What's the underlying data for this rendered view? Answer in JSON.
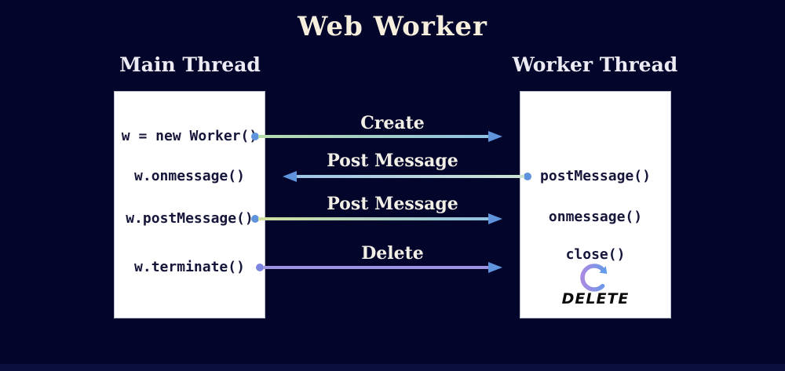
{
  "title": "Web Worker",
  "main_thread": {
    "heading": "Main Thread",
    "items": [
      "w = new Worker()",
      "w.onmessage()",
      "w.postMessage()",
      "w.terminate()"
    ]
  },
  "worker_thread": {
    "heading": "Worker Thread",
    "items": [
      "postMessage()",
      "onmessage()",
      "close()"
    ],
    "delete_caption": "DELETE"
  },
  "arrows": [
    {
      "label": "Create",
      "direction": "left-to-right",
      "style": "green-blue-gradient"
    },
    {
      "label": "Post Message",
      "direction": "right-to-left",
      "style": "light-blue"
    },
    {
      "label": "Post Message",
      "direction": "left-to-right",
      "style": "green-blue-gradient"
    },
    {
      "label": "Delete",
      "direction": "left-to-right",
      "style": "purple"
    }
  ],
  "colors": {
    "background": "#04052b",
    "panel": "#ffffff",
    "title_text": "#f6efdd",
    "heading_text": "#eceaf3",
    "code_text": "#15163a",
    "label_text": "#f2efe6",
    "arrow_green": "#b7dcab",
    "arrow_blue": "#8cc0e4",
    "arrow_light_blue": "#9cc4e8",
    "arrow_purple": "#9d93e3",
    "connector_dot_blue": "#5f93dc",
    "connector_dot_purple": "#7d85e2",
    "delete_icon_purple": "#a98ae2",
    "delete_icon_blue": "#659ae8"
  }
}
